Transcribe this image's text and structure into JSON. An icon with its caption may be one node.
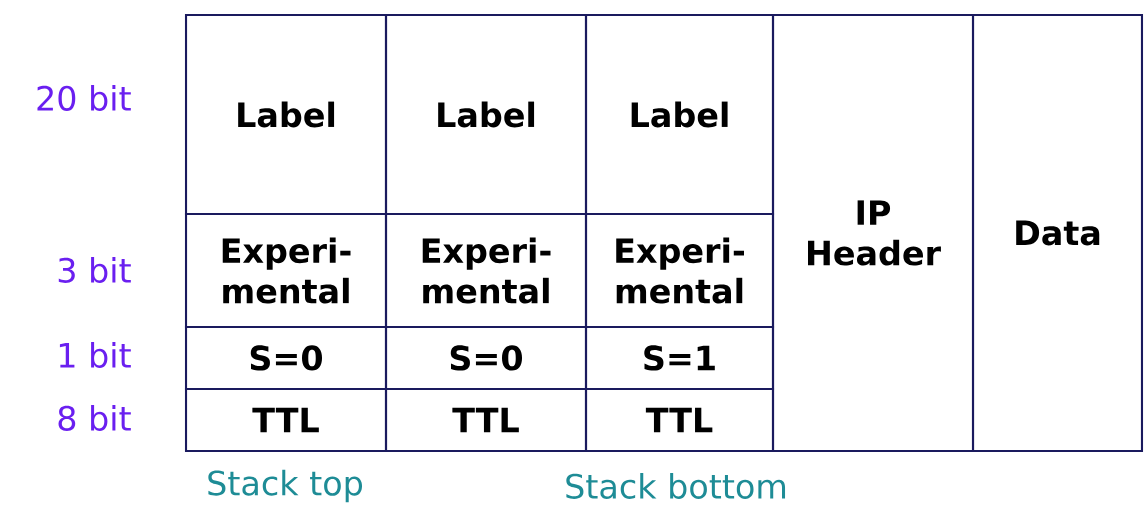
{
  "diagram": {
    "nodes": [
      {
        "text": [
          "Label"
        ]
      },
      {
        "text": [
          "Label"
        ]
      },
      {
        "text": [
          "Label"
        ]
      },
      {
        "text": [
          "IP Header"
        ]
      },
      {
        "text": [
          "Data"
        ]
      },
      {
        "text": [
          "Experi- mental"
        ]
      },
      {
        "text": [
          "Experi- mental"
        ]
      },
      {
        "text": [
          "Experi- mental"
        ]
      },
      {
        "text": [
          "S=0"
        ]
      },
      {
        "text": [
          "S=0"
        ]
      },
      {
        "text": [
          "S=1"
        ]
      },
      {
        "text": [
          "TTL"
        ]
      },
      {
        "text": [
          "TTL"
        ]
      },
      {
        "text": [
          "TTL"
        ]
      }
    ],
    "labels": [
      "20 bit",
      "3 bit",
      "1 bit",
      "8 bit",
      "Stack top",
      "Stack bottom"
    ]
  }
}
